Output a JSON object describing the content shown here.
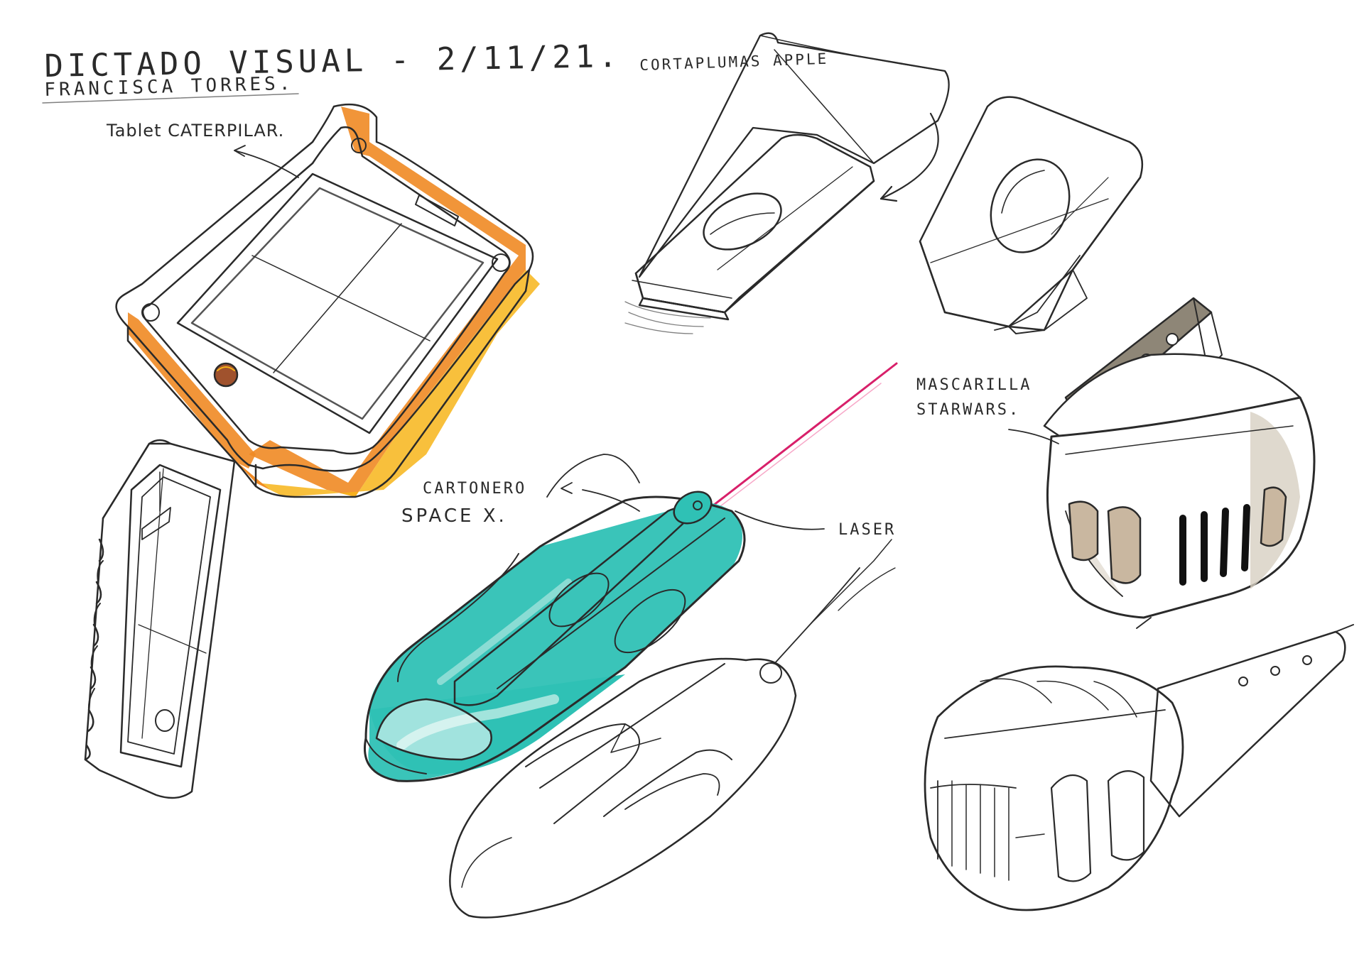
{
  "sheet": {
    "title": "DICTADO VISUAL - 2/11/21.",
    "author": "FRANCISCA TORRES."
  },
  "labels": {
    "tablet": "Tablet CATERPILAR.",
    "cortaplumas": "CORTAPLUMAS APPLE",
    "cartonero_line1": "CARTONERO",
    "cartonero_line2": "SPACE X.",
    "laser": "LASER",
    "mascarilla_line1": "MASCARILLA",
    "mascarilla_line2": "STARWARS."
  },
  "colors": {
    "ink": "#2a2a2a",
    "orange": "#f08a24",
    "yellow": "#f7b51a",
    "teal": "#2fc1b5",
    "teal_light": "#bfece6",
    "laser": "#d8206a",
    "taupe": "#8e8677"
  }
}
